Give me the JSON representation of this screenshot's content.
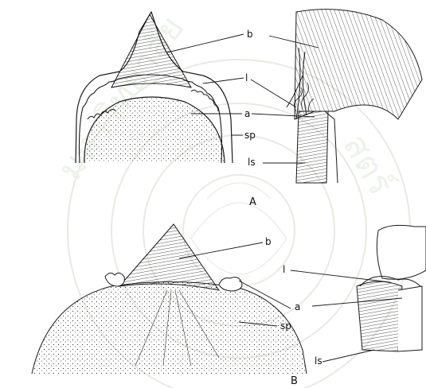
{
  "figure": {
    "panels": [
      {
        "id": "A",
        "label": "A"
      },
      {
        "id": "B",
        "label": "B"
      }
    ],
    "labels_A": {
      "b": "b",
      "l": "l",
      "a": "a",
      "sp": "sp",
      "ls": "ls"
    },
    "labels_B": {
      "b": "b",
      "l": "l",
      "a": "a",
      "sp": "sp",
      "ls": "ls"
    },
    "colors": {
      "ink": "#1a1a1a",
      "watermark": "#e9eee6"
    }
  }
}
